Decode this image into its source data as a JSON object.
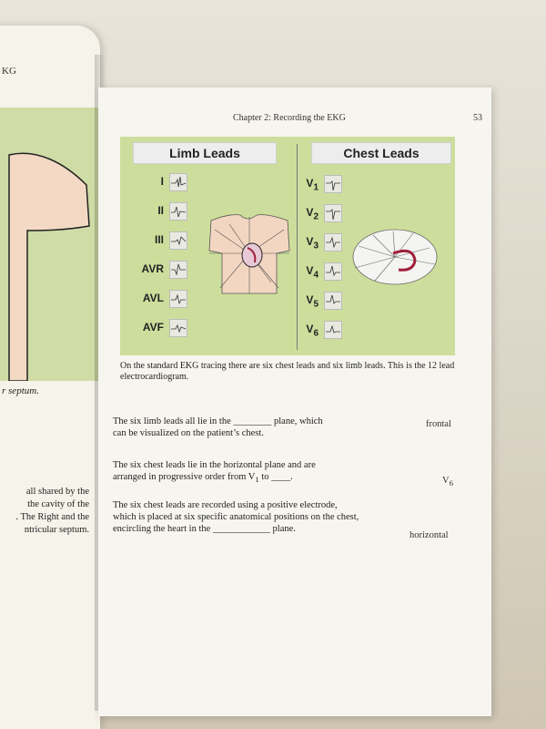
{
  "left_page": {
    "header": "KG",
    "caption": "r septum.",
    "text_lines": [
      "all shared by the",
      "the cavity of the",
      ". The Right and the",
      "ntricular septum."
    ]
  },
  "right_page": {
    "running_title": "Chapter 2: Recording the EKG",
    "page_number": "53",
    "figure": {
      "limb_header": "Limb Leads",
      "chest_header": "Chest Leads",
      "limb_leads": [
        "I",
        "II",
        "III",
        "AVR",
        "AVL",
        "AVF"
      ],
      "chest_leads": [
        {
          "base": "V",
          "sub": "1"
        },
        {
          "base": "V",
          "sub": "2"
        },
        {
          "base": "V",
          "sub": "3"
        },
        {
          "base": "V",
          "sub": "4"
        },
        {
          "base": "V",
          "sub": "5"
        },
        {
          "base": "V",
          "sub": "6"
        }
      ]
    },
    "caption": "On the standard EKG tracing there are six chest leads and six limb leads. This is the 12 lead electrocardiogram.",
    "items": [
      {
        "line1": "The six limb leads all lie in the ________ plane, which",
        "line2": "can be visualized on the patient’s chest.",
        "answer": "frontal"
      },
      {
        "line1": "The six chest leads lie in the horizontal plane and are",
        "line2_prefix": "arranged in progressive order from V",
        "line2_sub": "1",
        "line2_suffix": " to ____.",
        "answer_base": "V",
        "answer_sub": "6"
      },
      {
        "line1": "The six chest leads are recorded using a positive electrode,",
        "line2": "which is placed at six specific anatomical positions on the chest,",
        "line3": "encircling the heart in the ____________ plane.",
        "answer": "horizontal"
      }
    ]
  }
}
